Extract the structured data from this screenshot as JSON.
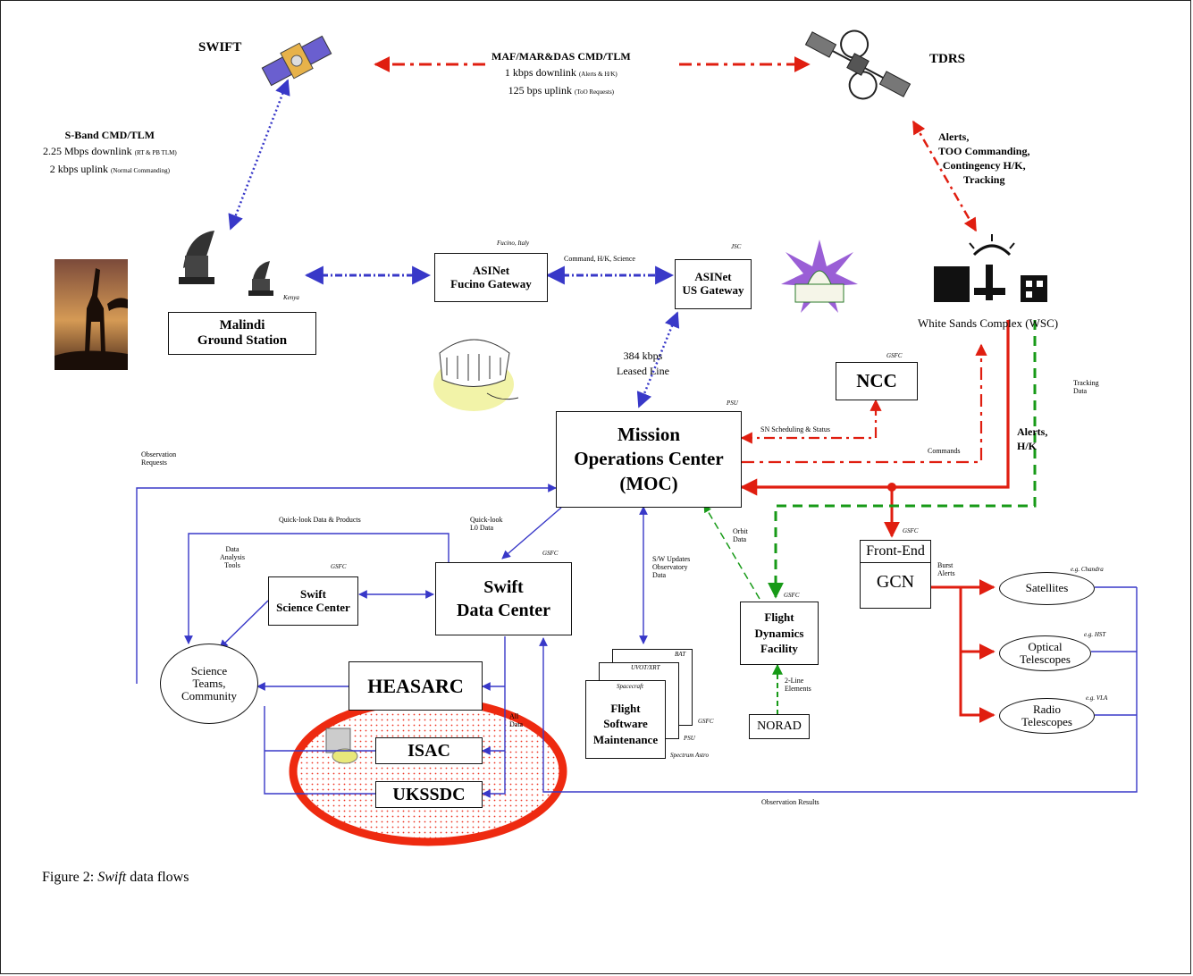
{
  "figure_caption": {
    "label": "Figure 2",
    "title": "Swift",
    "rest": " data flows"
  },
  "nodes": {
    "swift": "SWIFT",
    "tdrs": "TDRS",
    "malindi": [
      "Malindi",
      "Ground Station"
    ],
    "kenya": "Kenya",
    "fucino_gw": [
      "ASINet",
      "Fucino  Gateway"
    ],
    "fucino_loc": "Fucino, Italy",
    "us_gw": [
      "ASINet",
      "US Gateway"
    ],
    "jsc": "JSC",
    "wsc": "White Sands Complex (WSC)",
    "ncc": "NCC",
    "moc": [
      "Mission",
      "Operations Center",
      "(MOC)"
    ],
    "sdc": [
      "Swift",
      "Data Center"
    ],
    "ssc": [
      "Swift",
      "Science Center"
    ],
    "heasarc": "HEASARC",
    "isac": "ISAC",
    "ukssdc": "UKSSDC",
    "science_teams": [
      "Science",
      "Teams,",
      "Community"
    ],
    "fsm_bat": "BAT",
    "fsm_uvot": "UVOT/XRT",
    "fsm_spacecraft": "Spacecraft",
    "fsm": [
      "Flight",
      "Software",
      "Maintenance"
    ],
    "spectrum_astro": "Spectrum Astro",
    "fdf": [
      "Flight",
      "Dynamics",
      "Facility"
    ],
    "norad": "NORAD",
    "frontend": "Front-End",
    "gcn": "GCN",
    "satellites": "Satellites",
    "optical": [
      "Optical",
      "Telescopes"
    ],
    "radio": [
      "Radio",
      "Telescopes"
    ],
    "eg_chandra": "e.g. Chandra",
    "eg_hst": "e.g. HST",
    "eg_vla": "e.g. VLA"
  },
  "orgs": {
    "gsfc": "GSFC",
    "psu": "PSU"
  },
  "links": {
    "maf": [
      "MAF/MAR&DAS CMD/TLM",
      "1 kbps downlink",
      "(Alerts & H/K)",
      "125 bps uplink",
      "(ToO Requests)"
    ],
    "sband": [
      "S-Band CMD/TLM",
      "2.25 Mbps downlink",
      "(RT & PB TLM)",
      "2 kbps uplink",
      "(Normal Commanding)"
    ],
    "tdrs_wsc": [
      "Alerts,",
      "TOO Commanding,",
      "Contingency H/K,",
      "Tracking"
    ],
    "cmd_hk_sci": "Command, H/K, Science",
    "leased": [
      "384 kbps",
      "Leased Line"
    ],
    "sn_sched": "SN Scheduling & Status",
    "commands": "Commands",
    "alerts_hk": [
      "Alerts,",
      "H/K"
    ],
    "tracking_data": [
      "Tracking",
      "Data"
    ],
    "obs_requests": [
      "Observation",
      "Requests"
    ],
    "quicklook_products": "Quick-look Data & Products",
    "quicklook_l0": [
      "Quick-look",
      "L0 Data"
    ],
    "data_tools": [
      "Data",
      "Analysis",
      "Tools"
    ],
    "sw_updates": [
      "S/W Updates",
      "Observatory",
      "Data"
    ],
    "orbit_data": [
      "Orbit",
      "Data"
    ],
    "two_line": [
      "2-Line",
      "Elements"
    ],
    "burst_alerts": [
      "Burst",
      "Alerts"
    ],
    "all_data": [
      "All",
      "Data"
    ],
    "obs_results": "Observation Results"
  },
  "colors": {
    "blue": "#3838c8",
    "red": "#e01e10",
    "green": "#179a17",
    "highlight": "#ee2a10"
  }
}
